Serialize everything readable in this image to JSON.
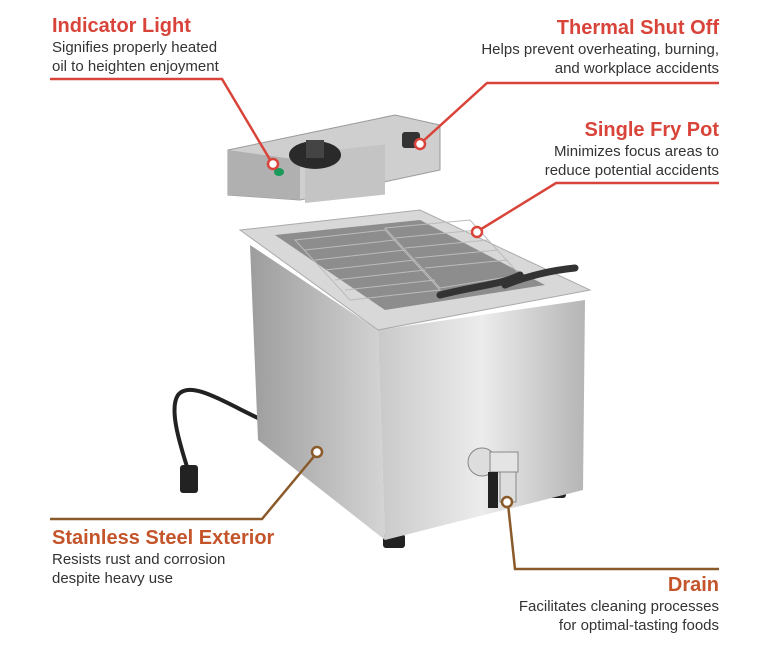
{
  "callouts": {
    "indicator": {
      "title": "Indicator Light",
      "lines": [
        "Signifies properly heated",
        "oil to heighten enjoyment"
      ]
    },
    "thermal": {
      "title": "Thermal Shut Off",
      "lines": [
        "Helps prevent overheating, burning,",
        "and workplace accidents"
      ]
    },
    "fry_pot": {
      "title": "Single Fry Pot",
      "lines": [
        "Minimizes focus areas to",
        "reduce potential accidents"
      ]
    },
    "exterior": {
      "title": "Stainless Steel Exterior",
      "lines": [
        "Resists rust and corrosion",
        "despite heavy use"
      ]
    },
    "drain": {
      "title": "Drain",
      "lines": [
        "Facilitates cleaning processes",
        "for optimal-tasting foods"
      ]
    }
  },
  "colors": {
    "top_accent": "#d9443a",
    "bottom_accent": "#8a5a2a",
    "bottom_title": "#c4552b"
  }
}
